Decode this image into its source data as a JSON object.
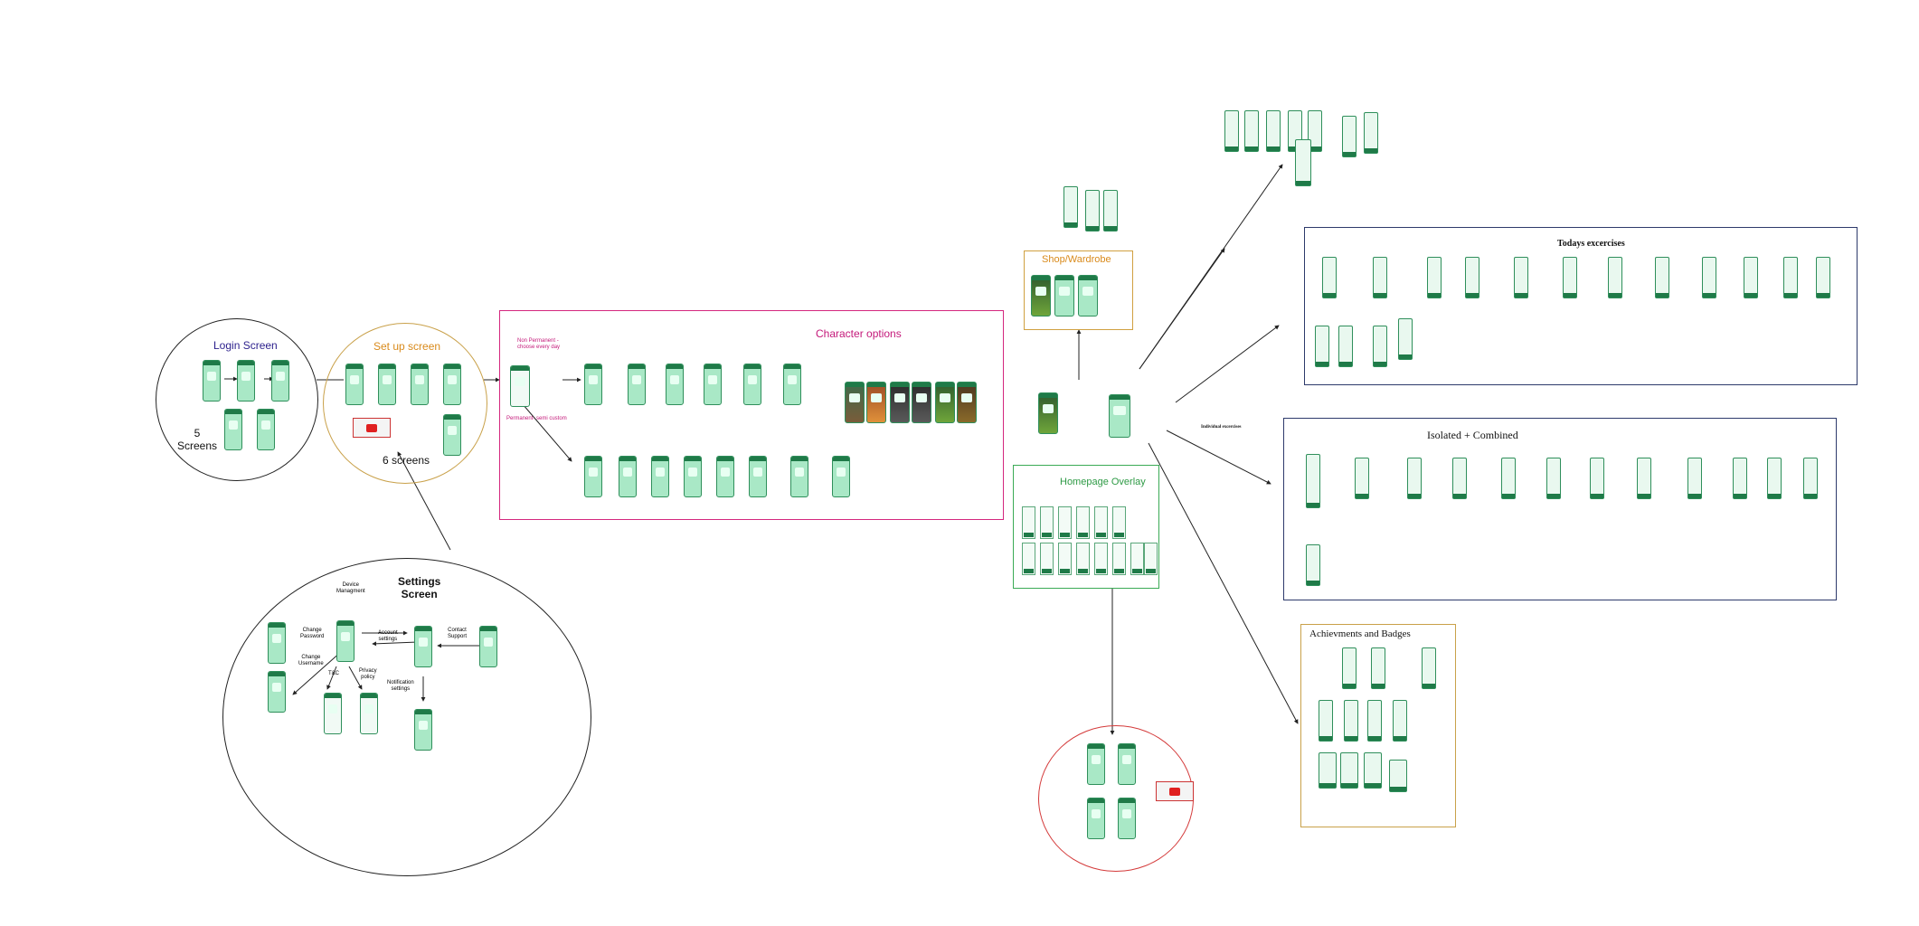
{
  "board": {
    "login": {
      "title": "Login Screen",
      "count": "5\nScreens",
      "color": "#2b1f8c"
    },
    "setup": {
      "title": "Set up screen",
      "count": "6 screens",
      "color": "#d98a1b"
    },
    "character": {
      "title": "Character options",
      "non_permanent": "Non Permanent -\nchoose every day",
      "permanent": "Permanent- semi custom",
      "color": "#c4197a"
    },
    "settings": {
      "title": "Settings\nScreen",
      "labels": {
        "device": "Device\nManagment",
        "change_password": "Change\nPassword",
        "account": "Account\nsettings",
        "contact": "Contact\nSupport",
        "change_username": "Change\nUsername",
        "tc": "T&C",
        "privacy": "Privacy\npolicy",
        "notification": "Notification\nsettings"
      }
    },
    "shop": {
      "title": "Shop/Wardrobe",
      "color": "#d98a1b"
    },
    "homepage": {
      "title": "Homepage Overlay",
      "color": "#2e9a45"
    },
    "todays": {
      "title": "Todays excercises"
    },
    "isolated": {
      "title": "Isolated + Combined"
    },
    "achievements": {
      "title": "Achievments and Badges"
    },
    "individual": {
      "label": "Individual excercises"
    }
  }
}
